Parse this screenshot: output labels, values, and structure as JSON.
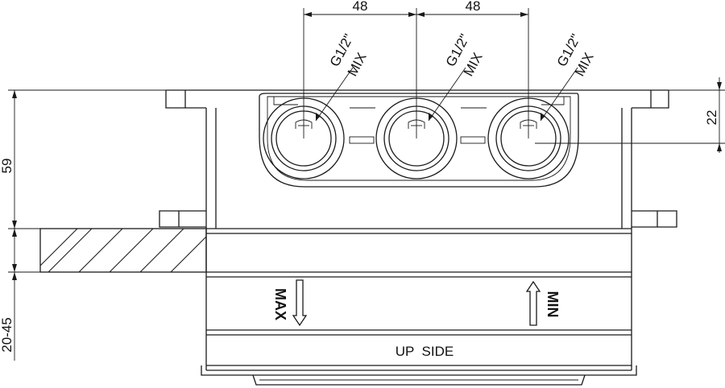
{
  "dimensions": {
    "spacing_left": "48",
    "spacing_right": "48",
    "height_total": "59",
    "wall_range": "20-45",
    "port_offset": "22"
  },
  "ports": [
    {
      "line1": "G1/2\"",
      "line2": "MIX"
    },
    {
      "line1": "G1/2\"",
      "line2": "MIX"
    },
    {
      "line1": "G1/2\"",
      "line2": "MIX"
    }
  ],
  "labels": {
    "max": "MAX",
    "min": "MIN",
    "up_side": "UP  SIDE"
  },
  "colors": {
    "line": "#1a1a1a",
    "background": "#ffffff"
  }
}
